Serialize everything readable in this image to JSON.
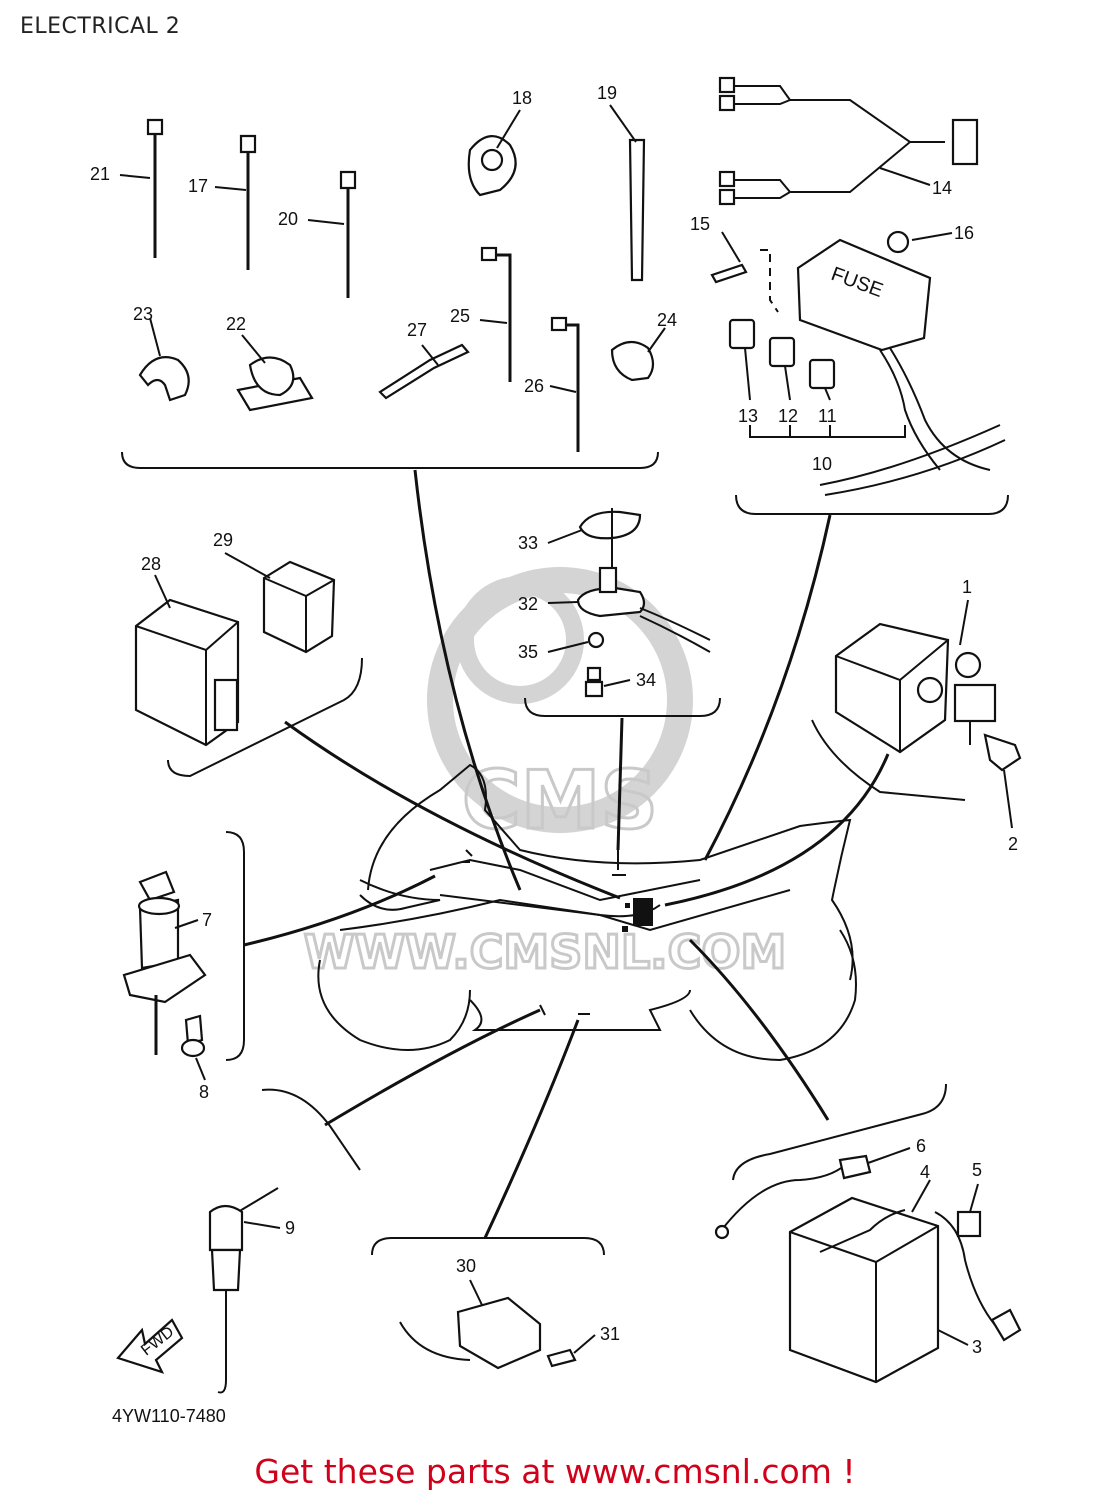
{
  "header": {
    "title": "ELECTRICAL 2"
  },
  "footer": {
    "text": "Get these parts at www.cmsnl.com !"
  },
  "diagram": {
    "code": "4YW110-7480",
    "fwd_label": "FWD",
    "fuse_label": "FUSE",
    "watermark": "WWW.CMSNL.COM",
    "colors": {
      "footer": "#d0021b",
      "line": "#111111",
      "watermark": "#c9c9c9"
    },
    "callouts": [
      "1",
      "2",
      "3",
      "4",
      "5",
      "6",
      "7",
      "8",
      "9",
      "10",
      "11",
      "12",
      "13",
      "14",
      "15",
      "16",
      "17",
      "18",
      "19",
      "20",
      "21",
      "22",
      "23",
      "24",
      "25",
      "26",
      "27",
      "28",
      "29",
      "30",
      "31",
      "32",
      "33",
      "34",
      "35"
    ]
  }
}
